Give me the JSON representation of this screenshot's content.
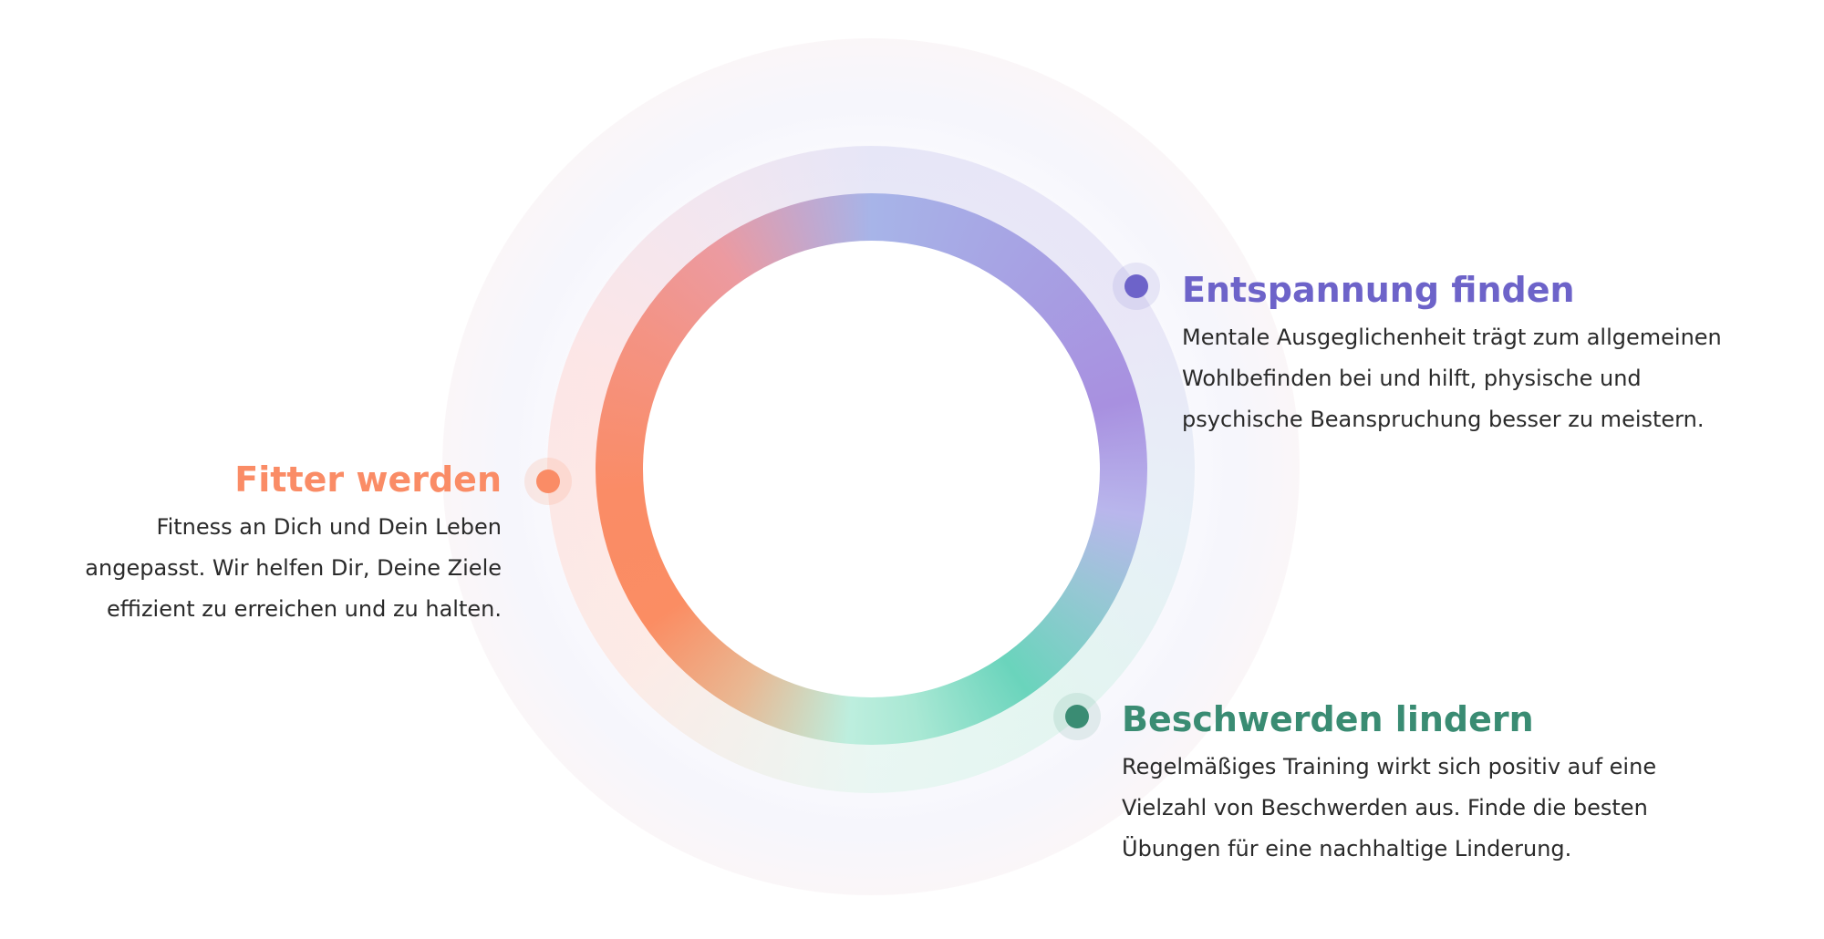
{
  "colors": {
    "fitter": "#fa8c66",
    "relax": "#6d63c9",
    "relief": "#3a8c73",
    "body_text": "#2a2a2a"
  },
  "segments": [
    {
      "id": "fitter",
      "icon": "orange-dot-icon",
      "title": "Fitter werden",
      "lines": [
        "Fitness an Dich und Dein Leben",
        "angepasst. Wir helfen Dir, Deine Ziele",
        "effizient zu erreichen und zu halten."
      ]
    },
    {
      "id": "relax",
      "icon": "purple-dot-icon",
      "title": "Entspannung finden",
      "lines": [
        "Mentale Ausgeglichenheit trägt zum allgemeinen",
        "Wohlbefinden bei und hilft, physische und",
        "psychische Beanspruchung besser zu meistern."
      ]
    },
    {
      "id": "relief",
      "icon": "green-dot-icon",
      "title": "Beschwerden lindern",
      "lines": [
        "Regelmäßiges Training wirkt sich positiv auf eine",
        "Vielzahl von Beschwerden aus. Finde die besten",
        "Übungen für eine nachhaltige Linderung."
      ]
    }
  ]
}
